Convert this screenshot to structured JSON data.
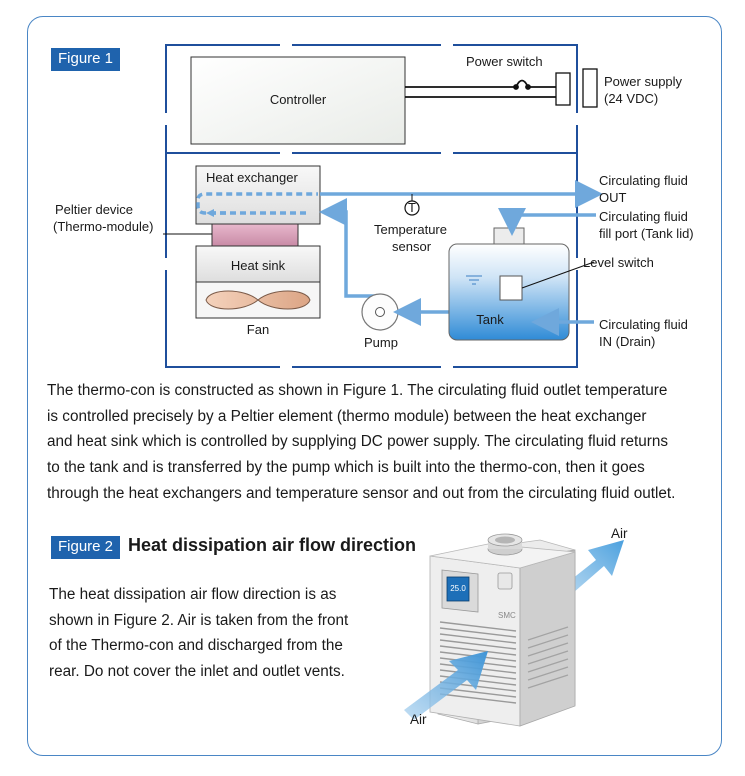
{
  "figure1": {
    "badge": "Figure 1",
    "labels": {
      "controller": "Controller",
      "power_switch": "Power switch",
      "power_supply_1": "Power supply",
      "power_supply_2": "(24 VDC)",
      "heat_exchanger": "Heat exchanger",
      "peltier_1": "Peltier device",
      "peltier_2": "(Thermo-module)",
      "heat_sink": "Heat sink",
      "fan": "Fan",
      "temp_sensor_1": "Temperature",
      "temp_sensor_2": "sensor",
      "temp_symbol": "T",
      "pump": "Pump",
      "tank": "Tank",
      "level_switch": "Level switch",
      "out_1": "Circulating fluid",
      "out_2": "OUT",
      "fill_1": "Circulating fluid",
      "fill_2": "fill port (Tank lid)",
      "in_1": "Circulating fluid",
      "in_2": "IN (Drain)"
    },
    "description": [
      "The thermo-con is constructed as shown in Figure 1. The circulating fluid outlet temperature",
      "is controlled precisely by a Peltier element (thermo module) between the heat exchanger",
      "and heat sink which is controlled by supplying DC power supply. The circulating fluid returns",
      "to the tank and is transferred by the pump which is built into the thermo-con, then it goes",
      "through the heat exchangers and temperature sensor and out from the circulating fluid outlet."
    ]
  },
  "figure2": {
    "badge": "Figure 2",
    "title": "Heat dissipation air flow direction",
    "description": [
      "The heat dissipation air flow direction is as",
      "shown in Figure 2. Air is taken from the front",
      "of the Thermo-con and discharged from the",
      "rear. Do not cover the inlet and outlet vents."
    ],
    "labels": {
      "air_out": "Air",
      "air_in": "Air",
      "display_value": "25.0",
      "brand": "SMC"
    }
  },
  "colors": {
    "frame": "#4a86c5",
    "badge": "#1f63ad",
    "flow": "#6fa8dc",
    "diagram_border": "#1f4f9c"
  }
}
